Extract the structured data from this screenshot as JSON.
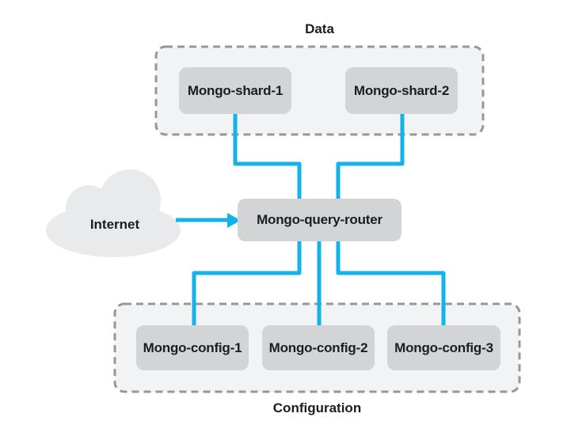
{
  "diagram": {
    "data_group": {
      "label": "Data",
      "nodes": [
        {
          "label": "Mongo-shard-1"
        },
        {
          "label": "Mongo-shard-2"
        }
      ]
    },
    "router": {
      "label": "Mongo-query-router"
    },
    "config_group": {
      "label": "Configuration",
      "nodes": [
        {
          "label": "Mongo-config-1"
        },
        {
          "label": "Mongo-config-2"
        },
        {
          "label": "Mongo-config-3"
        }
      ]
    },
    "internet": {
      "label": "Internet"
    },
    "colors": {
      "connector_blue": "#13b2ea",
      "node_fill": "#d2d4d5",
      "group_fill": "#f2f3f4",
      "group_border": "#95989b",
      "cloud_fill": "#e9eaeb",
      "text": "#1d1d1f"
    }
  }
}
